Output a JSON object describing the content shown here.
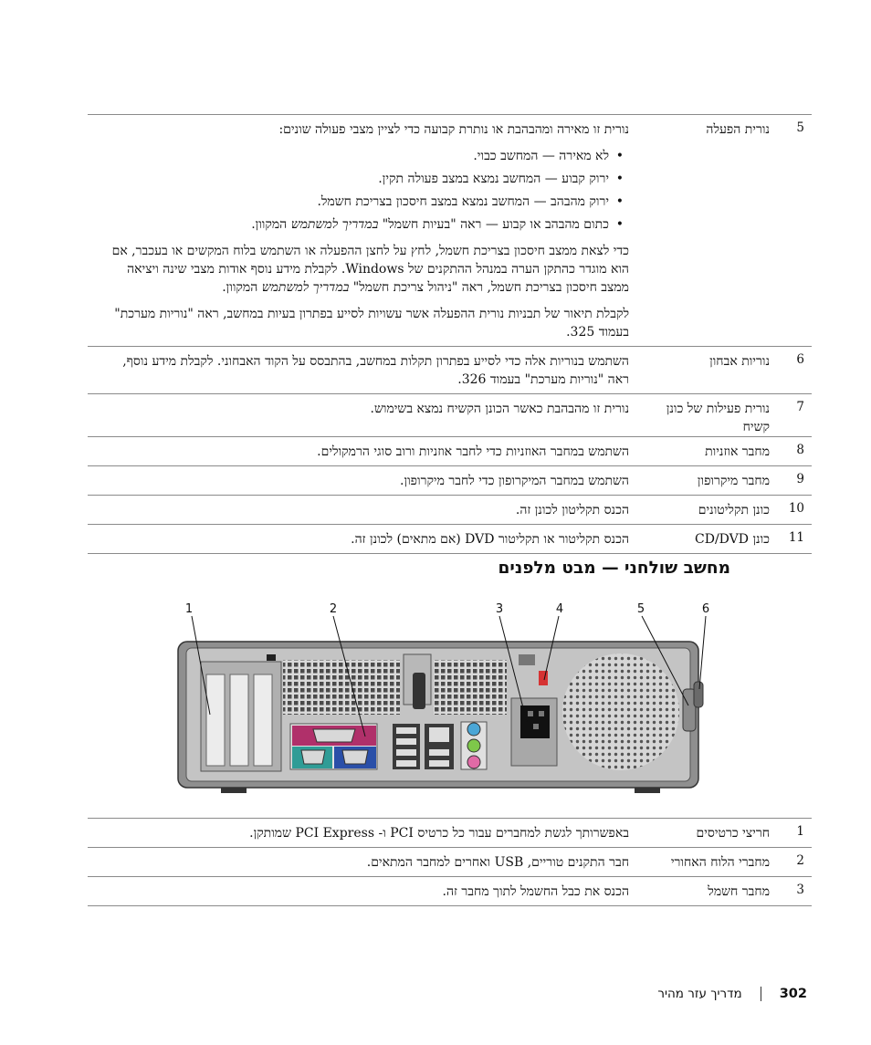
{
  "top_table": {
    "rows": [
      {
        "num": "5",
        "name": "נורית הפעלה",
        "intro": "נורית זו מאירה ומהבהבת או נותרת קבועה כדי לציין מצבי פעולה שונים:",
        "bullets": [
          "לא מאירה — המחשב כבוי.",
          "ירוק קבוע — המחשב נמצא במצב פעולה תקין.",
          "ירוק מהבהב — המחשב נמצא במצב חיסכון בצריכת חשמל."
        ],
        "bullet4_a": "כתום מהבהב או קבוע — ראה \"בעיות חשמל\" ",
        "bullet4_b": "במדריך למשתמש",
        "bullet4_c": " המקוון.",
        "para1_a": "כדי לצאת ממצב חיסכון בצריכת חשמל, לחץ על לחצן ההפעלה או השתמש בלוח המקשים או בעכבר, אם הוא מוגדר כהתקן הערה במנהל ההתקנים של Windows. לקבלת מידע נוסף אודות מצבי שינה ויציאה ממצב חיסכון בצריכת חשמל, ראה \"ניהול צריכת חשמל\" ",
        "para1_b": "במדריך למשתמש",
        "para1_c": " המקוון.",
        "para2": "לקבלת תיאור של תבניות נורית ההפעלה אשר עשויות לסייע בפתרון בעיות במחשב, ראה \"נוריות מערכת\" בעמוד 325."
      },
      {
        "num": "6",
        "name": "נוריות אבחון",
        "desc": "השתמש בנוריות אלה כדי לסייע בפתרון תקלות במחשב, בהתבסס על הקוד האבחוני. לקבלת מידע נוסף, ראה \"נוריות מערכת\" בעמוד 326."
      },
      {
        "num": "7",
        "name": "נורית פעילות של כונן קשיח",
        "desc": "נורית זו מהבהבת כאשר הכונן הקשיח נמצא בשימוש."
      },
      {
        "num": "8",
        "name": "מחבר אוזניות",
        "desc": "השתמש במחבר האוזניות כדי לחבר אוזניות ורוב סוגי הרמקולים."
      },
      {
        "num": "9",
        "name": "מחבר מיקרופון",
        "desc": "השתמש במחבר המיקרופון כדי לחבר מיקרופון."
      },
      {
        "num": "10",
        "name": "כונן תקליטונים",
        "desc": "הכנס תקליטון לכונן זה."
      },
      {
        "num": "11",
        "name": "כונן CD/DVD",
        "desc": "הכנס תקליטור או תקליטור DVD (אם מתאים) לכונן זה."
      }
    ]
  },
  "section_heading": "מחשב שולחני — מבט מלפנים",
  "callouts": [
    "1",
    "2",
    "3",
    "4",
    "5",
    "6"
  ],
  "bottom_table": {
    "rows": [
      {
        "num": "1",
        "name": "חריצי כרטיסים",
        "desc": "באפשרותך לגשת למחברים עבור כל כרטיס PCI ו- PCI Express שמותקן."
      },
      {
        "num": "2",
        "name": "מחברי הלוח האחורי",
        "desc": "חבר התקנים טוריים, USB ואחרים למחבר המתאים."
      },
      {
        "num": "3",
        "name": "מחבר חשמל",
        "desc": "הכנס את כבל החשמל לתוך מחבר זה."
      }
    ]
  },
  "footer": {
    "page_number": "302",
    "title": "מדריך עזר מהיר"
  }
}
